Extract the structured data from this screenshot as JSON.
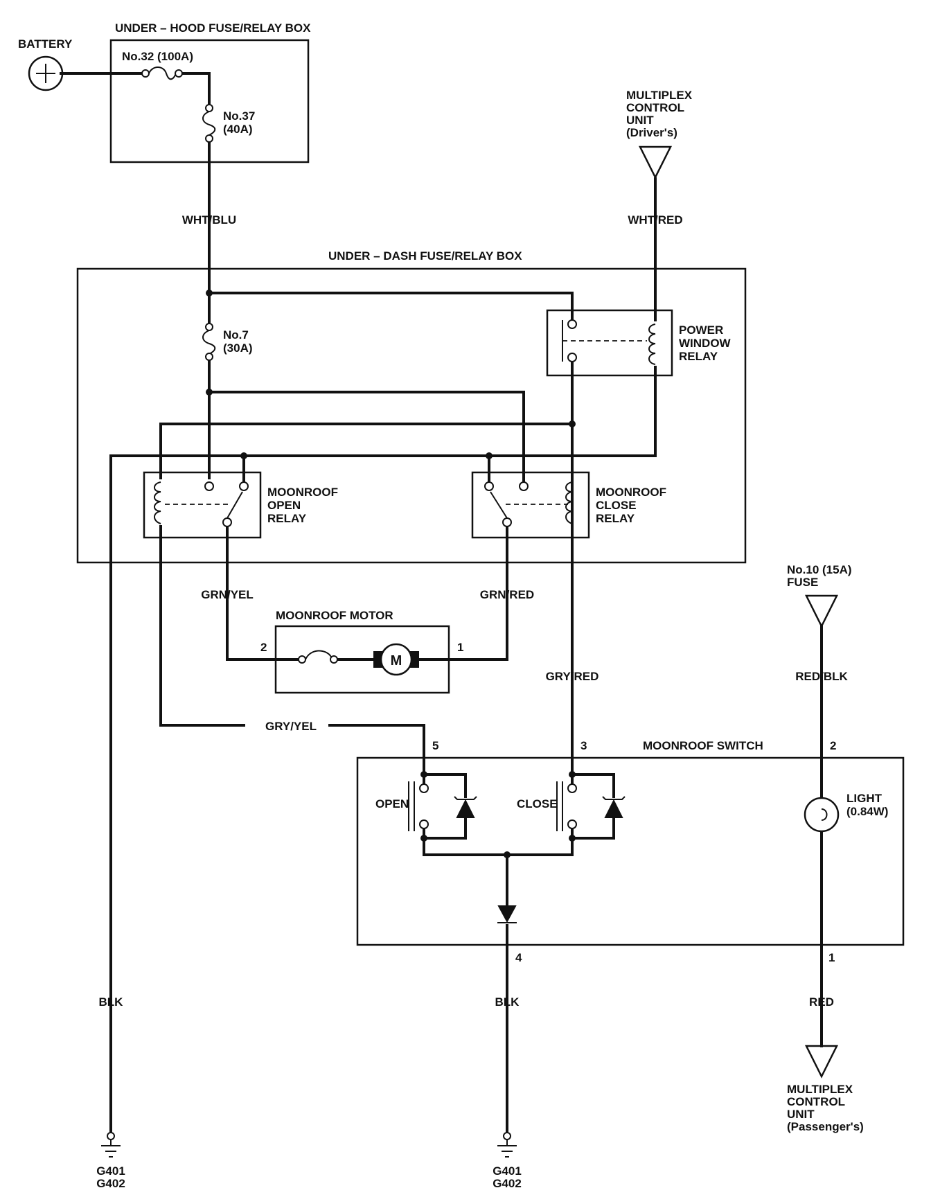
{
  "components": {
    "battery": "BATTERY",
    "under_hood_box": "UNDER – HOOD FUSE/RELAY BOX",
    "fuse_32": "No.32 (100A)",
    "fuse_37": [
      "No.37",
      "(40A)"
    ],
    "under_dash_box": "UNDER – DASH FUSE/RELAY BOX",
    "fuse_7": [
      "No.7",
      "(30A)"
    ],
    "mcu_driver": [
      "MULTIPLEX",
      "CONTROL",
      "UNIT",
      "(Driver's)"
    ],
    "power_window_relay": [
      "POWER",
      "WINDOW",
      "RELAY"
    ],
    "open_relay": [
      "MOONROOF",
      "OPEN",
      "RELAY"
    ],
    "close_relay": [
      "MOONROOF",
      "CLOSE",
      "RELAY"
    ],
    "motor": "MOONROOF MOTOR",
    "motor_symbol": "M",
    "fuse_10": [
      "No.10 (15A)",
      "FUSE"
    ],
    "switch": "MOONROOF SWITCH",
    "open_contact": "OPEN",
    "close_contact": "CLOSE",
    "light": [
      "LIGHT",
      "(0.84W)"
    ],
    "mcu_passenger": [
      "MULTIPLEX",
      "CONTROL",
      "UNIT",
      "(Passenger's)"
    ],
    "ground_1": [
      "G401",
      "G402"
    ],
    "ground_2": [
      "G401",
      "G402"
    ]
  },
  "wires": {
    "wht_blu": "WHT/BLU",
    "wht_red": "WHT/RED",
    "grn_yel": "GRN/YEL",
    "grn_red": "GRN/RED",
    "gry_red": "GRY/RED",
    "red_blk": "RED/BLK",
    "gry_yel": "GRY/YEL",
    "blk_left": "BLK",
    "blk_mid": "BLK",
    "red": "RED"
  },
  "pins": {
    "motor_2": "2",
    "motor_1": "1",
    "switch_5": "5",
    "switch_3": "3",
    "switch_2": "2",
    "switch_4": "4",
    "switch_1": "1"
  }
}
